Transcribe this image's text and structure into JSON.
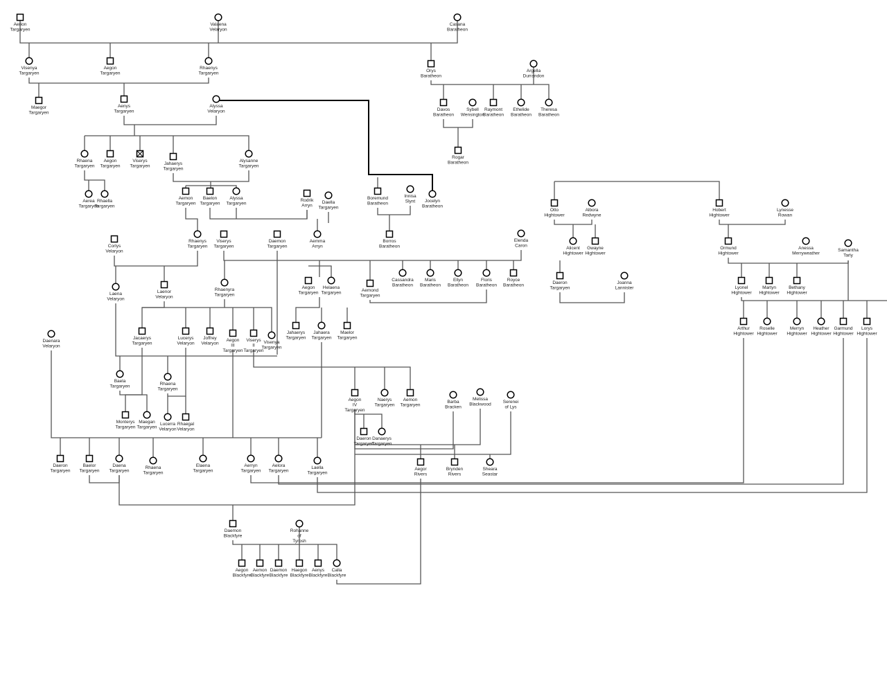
{
  "people": [
    {
      "id": "aerion",
      "sex": "m",
      "lines": [
        "Aerion",
        "Targaryen"
      ]
    },
    {
      "id": "valaena",
      "sex": "f",
      "lines": [
        "Valaena",
        "Velaryon"
      ]
    },
    {
      "id": "cassana",
      "sex": "f",
      "lines": [
        "Casana",
        "Baratheon"
      ]
    },
    {
      "id": "visenya",
      "sex": "f",
      "lines": [
        "Visenya",
        "Targaryen"
      ]
    },
    {
      "id": "aegon1",
      "sex": "m",
      "lines": [
        "Aegon",
        "Targaryen"
      ]
    },
    {
      "id": "rhaenys1",
      "sex": "f",
      "lines": [
        "Rhaenys",
        "Targaryen"
      ]
    },
    {
      "id": "orys",
      "sex": "m",
      "lines": [
        "Orys",
        "Baratheon"
      ]
    },
    {
      "id": "argella",
      "sex": "f",
      "lines": [
        "Argella",
        "Durrandon"
      ]
    },
    {
      "id": "maegor",
      "sex": "m",
      "lines": [
        "Maegor",
        "Targaryen"
      ]
    },
    {
      "id": "aenys",
      "sex": "m",
      "lines": [
        "Aenys",
        "Targaryen"
      ]
    },
    {
      "id": "alyssa1",
      "sex": "f",
      "lines": [
        "Alyssa",
        "Velaryon"
      ]
    },
    {
      "id": "davos",
      "sex": "m",
      "lines": [
        "Davos",
        "Baratheon"
      ]
    },
    {
      "id": "sybell",
      "sex": "f",
      "lines": [
        "Sybell",
        "Wensington"
      ]
    },
    {
      "id": "raymont",
      "sex": "m",
      "lines": [
        "Raymont",
        "Baratheon"
      ]
    },
    {
      "id": "ethelide",
      "sex": "f",
      "lines": [
        "Ethelide",
        "Baratheon"
      ]
    },
    {
      "id": "theresa",
      "sex": "f",
      "lines": [
        "Theresa",
        "Baratheon"
      ]
    },
    {
      "id": "rogar",
      "sex": "m",
      "lines": [
        "Rogar",
        "Baratheon"
      ]
    },
    {
      "id": "rhaena1",
      "sex": "f",
      "lines": [
        "Rhaena",
        "Targaryen"
      ]
    },
    {
      "id": "aegon2",
      "sex": "m",
      "lines": [
        "Aegon",
        "Targaryen"
      ]
    },
    {
      "id": "viserys1",
      "sex": "x",
      "lines": [
        "Viserys",
        "Targaryen"
      ]
    },
    {
      "id": "jaehaerys1",
      "sex": "m",
      "lines": [
        "Jahaerys",
        "Targaryen"
      ]
    },
    {
      "id": "alysanne",
      "sex": "f",
      "lines": [
        "Alysanne",
        "Targaryen"
      ]
    },
    {
      "id": "aerea",
      "sex": "f",
      "lines": [
        "Aerea",
        "Targaryen"
      ]
    },
    {
      "id": "rhaella",
      "sex": "f",
      "lines": [
        "Rhaella",
        "Targaryen"
      ]
    },
    {
      "id": "aemon1",
      "sex": "m",
      "lines": [
        "Aemon",
        "Targaryen"
      ]
    },
    {
      "id": "baelon",
      "sex": "m",
      "lines": [
        "Baelon",
        "Targaryen"
      ]
    },
    {
      "id": "alyssa2",
      "sex": "f",
      "lines": [
        "Alyssa",
        "Targaryen"
      ]
    },
    {
      "id": "rodrik",
      "sex": "m",
      "lines": [
        "Rodrik",
        "Arryn"
      ]
    },
    {
      "id": "daella",
      "sex": "f",
      "lines": [
        "Daella",
        "Targaryen"
      ]
    },
    {
      "id": "boremund",
      "sex": "m",
      "lines": [
        "Boremund",
        "Baratheon"
      ]
    },
    {
      "id": "innisa",
      "sex": "f",
      "lines": [
        "Innisa",
        "Slynt"
      ]
    },
    {
      "id": "jocelyn",
      "sex": "f",
      "lines": [
        "Jocelyn",
        "Baratheon"
      ]
    },
    {
      "id": "otto",
      "sex": "m",
      "lines": [
        "Otto",
        "Hightower"
      ]
    },
    {
      "id": "alboro",
      "sex": "f",
      "lines": [
        "Albora",
        "Redwyne"
      ]
    },
    {
      "id": "hobert",
      "sex": "m",
      "lines": [
        "Hobert",
        "Hightower"
      ]
    },
    {
      "id": "lynesse",
      "sex": "f",
      "lines": [
        "Lynesse",
        "Rowan"
      ]
    },
    {
      "id": "corlys",
      "sex": "m",
      "lines": [
        "Corlys",
        "Velaryon"
      ]
    },
    {
      "id": "rhaenys2",
      "sex": "f",
      "lines": [
        "Rhaenys",
        "Targaryen"
      ]
    },
    {
      "id": "viserys2",
      "sex": "m",
      "lines": [
        "Viserys",
        "Targaryen"
      ]
    },
    {
      "id": "daemon1",
      "sex": "m",
      "lines": [
        "Daemon",
        "Targaryen"
      ]
    },
    {
      "id": "aemma",
      "sex": "f",
      "lines": [
        "Aemma",
        "Arryn"
      ]
    },
    {
      "id": "borros",
      "sex": "m",
      "lines": [
        "Borros",
        "Baratheon"
      ]
    },
    {
      "id": "elenda",
      "sex": "f",
      "lines": [
        "Elenda",
        "Caron"
      ]
    },
    {
      "id": "alicent",
      "sex": "f",
      "lines": [
        "Alicent",
        "Hightower"
      ]
    },
    {
      "id": "gwayne",
      "sex": "m",
      "lines": [
        "Gwayne",
        "Hightower"
      ]
    },
    {
      "id": "ormund",
      "sex": "m",
      "lines": [
        "Ormund",
        "Hightower"
      ]
    },
    {
      "id": "anessa",
      "sex": "f",
      "lines": [
        "Anessa",
        "Merryweather"
      ]
    },
    {
      "id": "samantha",
      "sex": "f",
      "lines": [
        "Samantha",
        "Tarly"
      ]
    },
    {
      "id": "laena",
      "sex": "f",
      "lines": [
        "Laena",
        "Velaryon"
      ]
    },
    {
      "id": "laenor",
      "sex": "m",
      "lines": [
        "Laenor",
        "Velaryon"
      ]
    },
    {
      "id": "rhaenyra",
      "sex": "f",
      "lines": [
        "Rhaenyra",
        "Targaryen"
      ]
    },
    {
      "id": "aegon3",
      "sex": "m",
      "lines": [
        "Aegon",
        "Targaryen"
      ]
    },
    {
      "id": "helaena",
      "sex": "f",
      "lines": [
        "Helaena",
        "Targaryen"
      ]
    },
    {
      "id": "aemond",
      "sex": "m",
      "lines": [
        "Aemond",
        "Targaryen"
      ]
    },
    {
      "id": "cassandra",
      "sex": "f",
      "lines": [
        "Cassandra",
        "Baratheon"
      ]
    },
    {
      "id": "maris",
      "sex": "f",
      "lines": [
        "Maris",
        "Baratheon"
      ]
    },
    {
      "id": "ellyn",
      "sex": "f",
      "lines": [
        "Ellyn",
        "Baratheon"
      ]
    },
    {
      "id": "floris",
      "sex": "f",
      "lines": [
        "Floris",
        "Baratheon"
      ]
    },
    {
      "id": "royce",
      "sex": "m",
      "lines": [
        "Royce",
        "Baratheon"
      ]
    },
    {
      "id": "daeron1",
      "sex": "m",
      "lines": [
        "Daeron",
        "Targaryen"
      ]
    },
    {
      "id": "joanna",
      "sex": "f",
      "lines": [
        "Joanna",
        "Lannister"
      ]
    },
    {
      "id": "lyonel",
      "sex": "m",
      "lines": [
        "Lyonel",
        "Hightower"
      ]
    },
    {
      "id": "martyn",
      "sex": "m",
      "lines": [
        "Martyn",
        "Hightower"
      ]
    },
    {
      "id": "bethany",
      "sex": "m",
      "lines": [
        "Bethany",
        "Hightower"
      ]
    },
    {
      "id": "jacaerys",
      "sex": "m",
      "lines": [
        "Jacaerys",
        "Targaryen"
      ]
    },
    {
      "id": "lucerys",
      "sex": "m",
      "lines": [
        "Lucerys",
        "Velaryon"
      ]
    },
    {
      "id": "joffrey",
      "sex": "m",
      "lines": [
        "Joffrey",
        "Velaryon"
      ]
    },
    {
      "id": "aegon4",
      "sex": "m",
      "lines": [
        "Aegon",
        "III",
        "Targaryen"
      ]
    },
    {
      "id": "viserys3",
      "sex": "m",
      "lines": [
        "Viserys",
        "II",
        "Targaryen"
      ]
    },
    {
      "id": "visenya2",
      "sex": "f",
      "lines": [
        "Visenya",
        "Targaryen"
      ]
    },
    {
      "id": "jaehaerys2",
      "sex": "m",
      "lines": [
        "Jahaerys",
        "Targaryen"
      ]
    },
    {
      "id": "jaehaera",
      "sex": "f",
      "lines": [
        "Jahaera",
        "Targaryen"
      ]
    },
    {
      "id": "maelor",
      "sex": "m",
      "lines": [
        "Maelor",
        "Targaryen"
      ]
    },
    {
      "id": "arthur",
      "sex": "m",
      "lines": [
        "Arthur",
        "Hightower"
      ]
    },
    {
      "id": "roselle",
      "sex": "f",
      "lines": [
        "Roselle",
        "Hightower"
      ]
    },
    {
      "id": "merryn",
      "sex": "f",
      "lines": [
        "Merryn",
        "Hightower"
      ]
    },
    {
      "id": "heather",
      "sex": "f",
      "lines": [
        "Heather",
        "Hightower"
      ]
    },
    {
      "id": "garmund",
      "sex": "m",
      "lines": [
        "Garmund",
        "Hightower"
      ]
    },
    {
      "id": "lorys",
      "sex": "m",
      "lines": [
        "Lorys",
        "Hightower"
      ]
    },
    {
      "id": "daenara",
      "sex": "f",
      "lines": [
        "Daenara",
        "Velaryon"
      ]
    },
    {
      "id": "baela",
      "sex": "f",
      "lines": [
        "Baela",
        "Targaryen"
      ]
    },
    {
      "id": "rhaena2",
      "sex": "f",
      "lines": [
        "Rhaena",
        "Targaryen"
      ]
    },
    {
      "id": "monterys",
      "sex": "m",
      "lines": [
        "Monterys",
        "Targaryen"
      ]
    },
    {
      "id": "maegan",
      "sex": "f",
      "lines": [
        "Maegan",
        "Targaryen"
      ]
    },
    {
      "id": "lucerra",
      "sex": "f",
      "lines": [
        "Lucerra",
        "Velaryon"
      ]
    },
    {
      "id": "rhaegal",
      "sex": "m",
      "lines": [
        "Rhaegal",
        "Velaryon"
      ]
    },
    {
      "id": "aegon5",
      "sex": "m",
      "lines": [
        "Aegon",
        "IV",
        "Targaryen"
      ]
    },
    {
      "id": "naerys",
      "sex": "f",
      "lines": [
        "Naerys",
        "Targaryen"
      ]
    },
    {
      "id": "aemon2",
      "sex": "m",
      "lines": [
        "Aemon",
        "Targaryen"
      ]
    },
    {
      "id": "barba",
      "sex": "f",
      "lines": [
        "Barba",
        "Bracken"
      ]
    },
    {
      "id": "melissa",
      "sex": "f",
      "lines": [
        "Melissa",
        "Blackwood"
      ]
    },
    {
      "id": "serenei",
      "sex": "f",
      "lines": [
        "Serenei",
        "of Lys"
      ]
    },
    {
      "id": "daeron2",
      "sex": "m",
      "lines": [
        "Daeron",
        "Targaryen"
      ]
    },
    {
      "id": "daenerys",
      "sex": "f",
      "lines": [
        "Danaerys",
        "Targaryen"
      ]
    },
    {
      "id": "daeron3",
      "sex": "m",
      "lines": [
        "Daeron",
        "Targaryen"
      ]
    },
    {
      "id": "baelor",
      "sex": "m",
      "lines": [
        "Baelor",
        "Targaryen"
      ]
    },
    {
      "id": "daena",
      "sex": "f",
      "lines": [
        "Daena",
        "Targaryen"
      ]
    },
    {
      "id": "rhaena3",
      "sex": "f",
      "lines": [
        "Rhaena",
        "Targaryen"
      ]
    },
    {
      "id": "elaena",
      "sex": "f",
      "lines": [
        "Elaena",
        "Targaryen"
      ]
    },
    {
      "id": "aerryn",
      "sex": "f",
      "lines": [
        "Aerryn",
        "Targaryen"
      ]
    },
    {
      "id": "aelora",
      "sex": "f",
      "lines": [
        "Aelora",
        "Targaryen"
      ]
    },
    {
      "id": "laella",
      "sex": "f",
      "lines": [
        "Laella",
        "Targaryen"
      ]
    },
    {
      "id": "aegor",
      "sex": "m",
      "lines": [
        "Aegor",
        "Rivers"
      ]
    },
    {
      "id": "brynden",
      "sex": "m",
      "lines": [
        "Brynden",
        "Rivers"
      ]
    },
    {
      "id": "shiera",
      "sex": "f",
      "lines": [
        "Sheara",
        "Seastar"
      ]
    },
    {
      "id": "daemon2",
      "sex": "m",
      "lines": [
        "Daemon",
        "Blackfyre"
      ]
    },
    {
      "id": "rohanne",
      "sex": "f",
      "lines": [
        "Rohanne",
        "of",
        "Tyrosh"
      ]
    },
    {
      "id": "aegonb",
      "sex": "m",
      "lines": [
        "Aegon",
        "Blackfyre"
      ]
    },
    {
      "id": "aemonb",
      "sex": "m",
      "lines": [
        "Aemon",
        "Blackfyre"
      ]
    },
    {
      "id": "daemonb",
      "sex": "m",
      "lines": [
        "Daemon",
        "Blackfyre"
      ]
    },
    {
      "id": "haegon",
      "sex": "m",
      "lines": [
        "Haegon",
        "Blackfyre"
      ]
    },
    {
      "id": "aenysb",
      "sex": "m",
      "lines": [
        "Aenys",
        "Blackfyre"
      ]
    },
    {
      "id": "calla",
      "sex": "f",
      "lines": [
        "Calla",
        "Blackfyre"
      ]
    }
  ]
}
